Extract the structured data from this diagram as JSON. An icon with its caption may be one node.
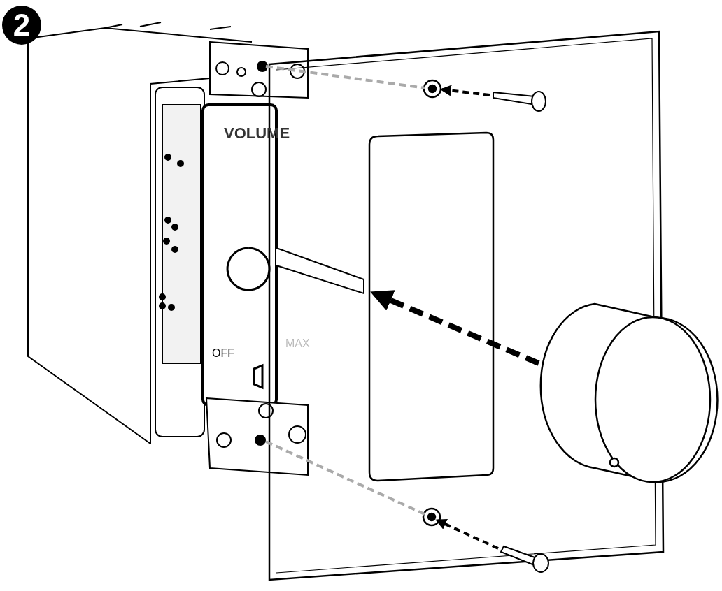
{
  "diagram": {
    "labels": [
      "2",
      "VOLUME",
      "OFF",
      "MAX"
    ]
  }
}
